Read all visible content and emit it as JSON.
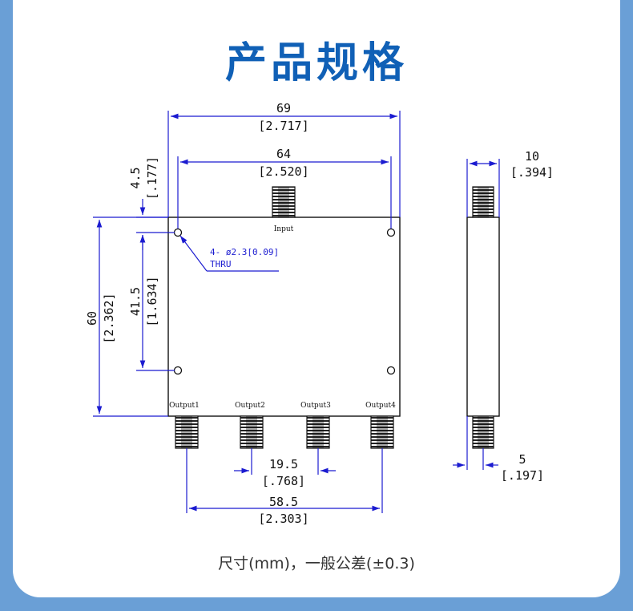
{
  "title": "产品规格",
  "caption": "尺寸(mm)，一般公差(±0.3)",
  "labels": {
    "input": "Input",
    "outputs": [
      "Output1",
      "Output2",
      "Output3",
      "Output4"
    ]
  },
  "note": {
    "line1": "4- ø2.3[0.09]",
    "line2": "THRU"
  },
  "dimensions": {
    "overall_width": {
      "mm": "69",
      "inch": "[2.717]"
    },
    "hole_spacing_x": {
      "mm": "64",
      "inch": "[2.520]"
    },
    "hole_offset_top": {
      "mm": "4.5",
      "inch": "[.177]"
    },
    "hole_spacing_y": {
      "mm": "41.5",
      "inch": "[1.634]"
    },
    "overall_height": {
      "mm": "60",
      "inch": "[2.362]"
    },
    "port_pitch": {
      "mm": "19.5",
      "inch": "[.768]"
    },
    "port_span": {
      "mm": "58.5",
      "inch": "[2.303]"
    },
    "thickness": {
      "mm": "10",
      "inch": "[.394]"
    },
    "connector_offset": {
      "mm": "5",
      "inch": "[.197]"
    }
  },
  "colors": {
    "title": "#1060b6",
    "dimension_line": "#1b1bd0",
    "background": "#6a9fd6"
  }
}
